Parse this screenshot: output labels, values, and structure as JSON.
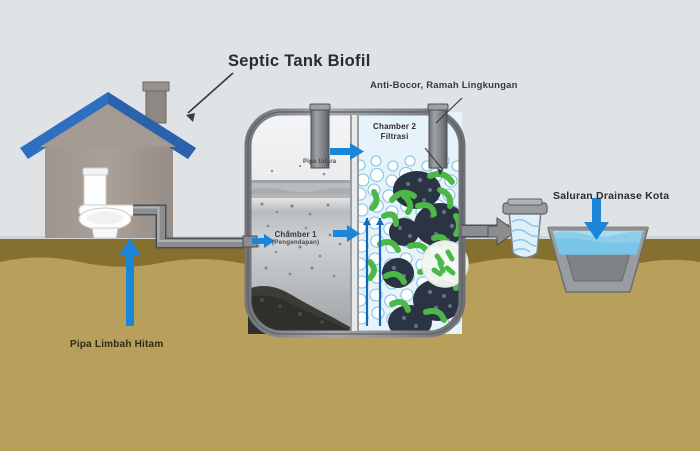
{
  "diagram": {
    "title": "Septic Tank Biofil",
    "subtitle": "Anti-Bocor, Ramah Lingkungan",
    "labels": {
      "chamber2_line1": "Chamber 2",
      "chamber2_line2": "Filtrasi",
      "chamber1_line1": "Chamber 1",
      "chamber1_line2": "(Pengendapan)",
      "pipa_udara": "Pipa Udara",
      "saluran_drainase": "Saluran Drainase Kota",
      "pipa_limbah": "Pipa Limbah Hitam"
    },
    "colors": {
      "background": "#dfe3e6",
      "soil_top": "#86702f",
      "soil_bottom": "#b8a05c",
      "roof_blue": "#2f6fc0",
      "wall": "#a89e97",
      "pipe_gray": "#8b8d8f",
      "pipe_outline": "#4d4f51",
      "tank_outline": "#6f7275",
      "arrow_blue": "#1b86d8",
      "flow_arrow_blue": "#1668b8",
      "bacteria_green": "#4cb848",
      "media_dark": "#2b3442",
      "water_blue": "#9fd4ef",
      "sludge": "#3b3b38"
    },
    "icons": {
      "house": "house-icon",
      "toilet": "toilet-icon",
      "vent_pipe": "vent-pipe-icon",
      "magnifier": "magnifier-icon",
      "manhole": "manhole-icon",
      "drain_channel": "drain-channel-icon"
    }
  }
}
